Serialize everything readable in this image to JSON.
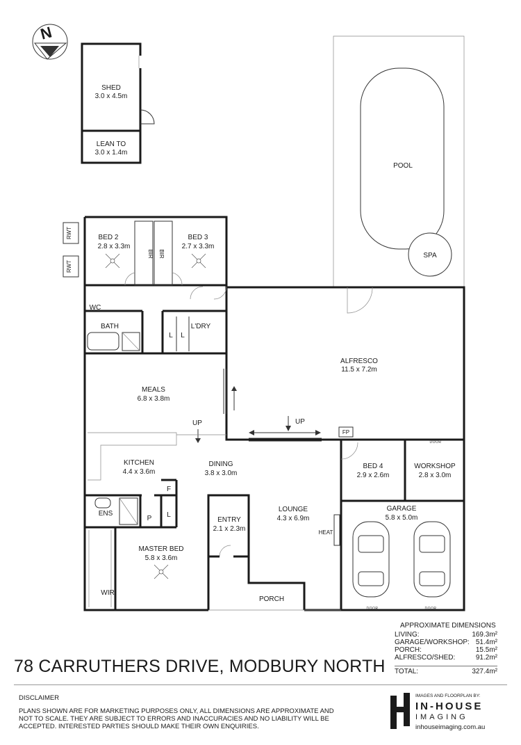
{
  "plan": {
    "north": "N",
    "rooms": {
      "shed": {
        "name": "SHED",
        "dims": "3.0 x 4.5m"
      },
      "lean_to": {
        "name": "LEAN TO",
        "dims": "3.0 x 1.4m"
      },
      "pool": {
        "name": "POOL"
      },
      "spa": {
        "name": "SPA"
      },
      "bed2": {
        "name": "BED 2",
        "dims": "2.8 x 3.3m"
      },
      "bed3": {
        "name": "BED 3",
        "dims": "2.7 x 3.3m"
      },
      "bir": "BIR",
      "rwt": "RWT",
      "wc": {
        "name": "WC"
      },
      "bath": {
        "name": "BATH"
      },
      "laundry": {
        "name": "L'DRY"
      },
      "linen": "L",
      "alfresco": {
        "name": "ALFRESCO",
        "dims": "11.5 x 7.2m"
      },
      "meals": {
        "name": "MEALS",
        "dims": "6.8 x 3.8m"
      },
      "up": "UP",
      "fp": "FP",
      "kitchen": {
        "name": "KITCHEN",
        "dims": "4.4 x 3.6m"
      },
      "dining": {
        "name": "DINING",
        "dims": "3.8 x 3.0m"
      },
      "bed4": {
        "name": "BED 4",
        "dims": "2.9 x 2.6m"
      },
      "workshop": {
        "name": "WORKSHOP",
        "dims": "2.8 x 3.0m"
      },
      "garage": {
        "name": "GARAGE",
        "dims": "5.8 x 5.0m"
      },
      "ens": {
        "name": "ENS"
      },
      "pantry": "P",
      "fridge": "F",
      "entry": {
        "name": "ENTRY",
        "dims": "2.1 x 2.3m"
      },
      "lounge": {
        "name": "LOUNGE",
        "dims": "4.3 x 6.9m"
      },
      "heat": "HEAT",
      "master": {
        "name": "MASTER BED",
        "dims": "5.8 x 3.6m"
      },
      "wir": "WIR",
      "porch": {
        "name": "PORCH"
      },
      "door": "DOOR"
    }
  },
  "address": "78 CARRUTHERS DRIVE, MODBURY NORTH",
  "dimensions": {
    "title": "APPROXIMATE DIMENSIONS",
    "rows": [
      {
        "label": "LIVING:",
        "value": "169.3m²"
      },
      {
        "label": "GARAGE/WORKSHOP:",
        "value": "51.4m²"
      },
      {
        "label": "PORCH:",
        "value": "15.5m²"
      },
      {
        "label": "ALFRESCO/SHED:",
        "value": "91.2m²"
      }
    ],
    "total_label": "TOTAL:",
    "total_value": "327.4m²"
  },
  "disclaimer": {
    "title": "DISCLAIMER",
    "text": "PLANS SHOWN ARE FOR MARKETING PURPOSES ONLY, ALL DIMENSIONS ARE APPROXIMATE AND NOT TO SCALE. THEY ARE SUBJECT TO ERRORS AND INACCURACIES AND NO LIABILITY WILL BE ACCEPTED. INTERESTED PARTIES SHOULD MAKE THEIR OWN ENQUIRIES."
  },
  "brand": {
    "credit": "IMAGES AND FLOORPLAN BY:",
    "name_line1": "IN-HOUSE",
    "name_line2": "IMAGING",
    "url": "inhouseimaging.com.au"
  }
}
